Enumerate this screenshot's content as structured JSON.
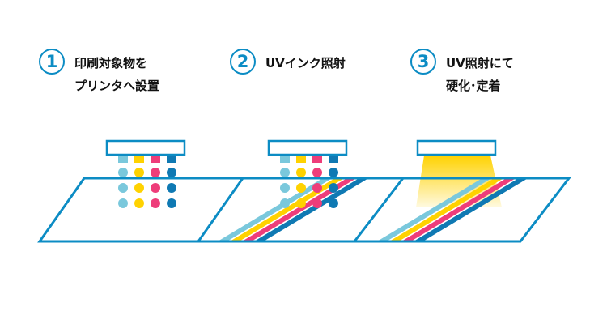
{
  "colors": {
    "accent": "#0c8cc4",
    "cyan": "#7ac8dc",
    "yellow": "#ffd200",
    "magenta": "#ee3d7a",
    "blue": "#0f79b3",
    "uv_light": "#ffd200"
  },
  "steps": [
    {
      "number": "1",
      "line1": "印刷対象物を",
      "line2": "プリンタへ設置"
    },
    {
      "number": "2",
      "line1": "UVインク照射",
      "line2": ""
    },
    {
      "number": "3",
      "line1": "UV照射にて",
      "line2": "硬化･定着"
    }
  ]
}
